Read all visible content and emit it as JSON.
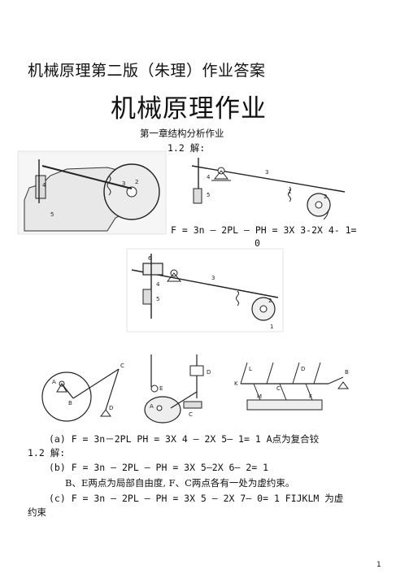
{
  "document": {
    "title": "机械原理第二版（朱理）作业答案",
    "heading": "机械原理作业",
    "chapter": "第一章结构分析作业",
    "section_1": "1.2  解:",
    "formula_1": "F = 3n — 2PL — PH = 3X 3-2X 4- 1=",
    "formula_1_result": "0",
    "answer_a": "(a) F = 3n－2PL  PH = 3X 4 — 2X 5— 1= 1 A点为复合铰",
    "section_2": "1.2  解:",
    "answer_b": "(b) F = 3n — 2PL — PH = 3X 5—2X 6— 2= 1",
    "answer_b_note": "B、E两点为局部自由度, F、C两点各有一处为虚约束。",
    "answer_c": "(c) F = 3n — 2PL — PH = 3X 5 — 2X 7— 0= 1 FIJKLM 为虚",
    "answer_c_cont": "约束",
    "page_number": "1"
  },
  "figures": {
    "fig1": "punch-press-photo-diagram",
    "fig2": "mechanism-schematic-1",
    "fig3": "mechanism-schematic-2",
    "fig4": "mechanism-a",
    "fig5": "mechanism-b",
    "fig6": "mechanism-c"
  }
}
